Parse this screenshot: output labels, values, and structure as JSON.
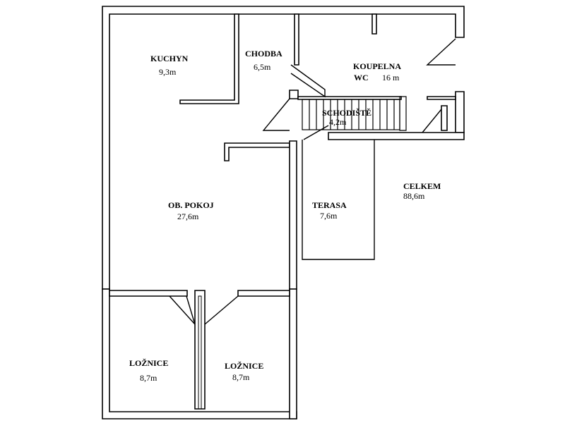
{
  "plan": {
    "rooms": [
      {
        "id": "kuchyn",
        "name": "KUCHYN",
        "area": "9,3m"
      },
      {
        "id": "chodba",
        "name": "CHODBA",
        "area": "6,5m"
      },
      {
        "id": "koupelna",
        "name": "KOUPELNA",
        "sub": "WC",
        "area": "16 m"
      },
      {
        "id": "schodiste",
        "name": "SCHODIŠTĚ",
        "area": "4,2m"
      },
      {
        "id": "ob-pokoj",
        "name": "OB. POKOJ",
        "area": "27,6m"
      },
      {
        "id": "terasa",
        "name": "TERASA",
        "area": "7,6m"
      },
      {
        "id": "loznice-1",
        "name": "LOŽNICE",
        "area": "8,7m"
      },
      {
        "id": "loznice-2",
        "name": "LOŽNICE",
        "area": "8,7m"
      }
    ],
    "total": {
      "name": "CELKEM",
      "area": "88,6m"
    }
  }
}
